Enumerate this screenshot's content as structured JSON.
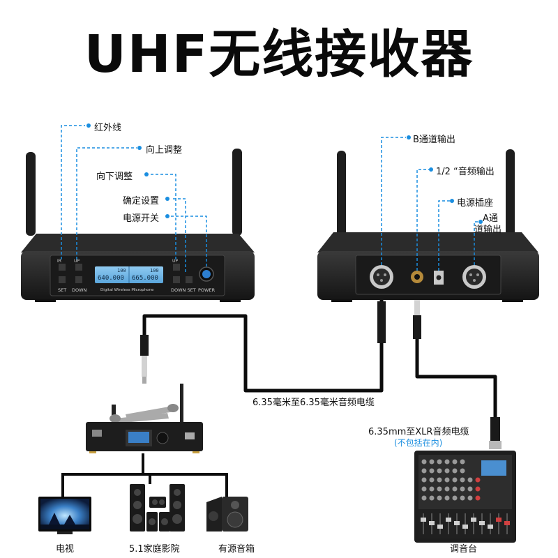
{
  "title": "UHF无线接收器",
  "front_labels": {
    "ir": "红外线",
    "up": "向上调整",
    "down": "向下调整",
    "set": "确定设置",
    "power": "电源开关"
  },
  "front_panel": {
    "ir_mark": "IR",
    "up_mark": "UP",
    "up_mark_right": "UP",
    "set_left": "SET",
    "down_left": "DOWN",
    "down_set_right": "DOWN SET",
    "power": "POWER",
    "brand_line": "Digital Wireless Microphone",
    "lcd_left_top": "640.000",
    "lcd_right_top": "665.000",
    "lcd_left_ch": "100",
    "lcd_right_ch": "100"
  },
  "back_labels": {
    "b_out": "B通道输出",
    "quarter_out": "1/2 “音频输出",
    "power_socket": "电源插座",
    "a_out_line1": "A通",
    "a_out_line2": "道输出"
  },
  "cables": {
    "c635": "6.35毫米至6.35毫米音频电缆",
    "cxlr": "6.35mm至XLR音频电缆",
    "cxlr_note": "(不包括在内)"
  },
  "devices": {
    "tv": "电视",
    "home_theater": "5.1家庭影院",
    "speaker": "有源音箱",
    "mixer": "调音台"
  },
  "colors": {
    "accent_blue": "#1a8ee0",
    "device_body": "#2a2a2a",
    "lcd": "#6fb7e8"
  }
}
